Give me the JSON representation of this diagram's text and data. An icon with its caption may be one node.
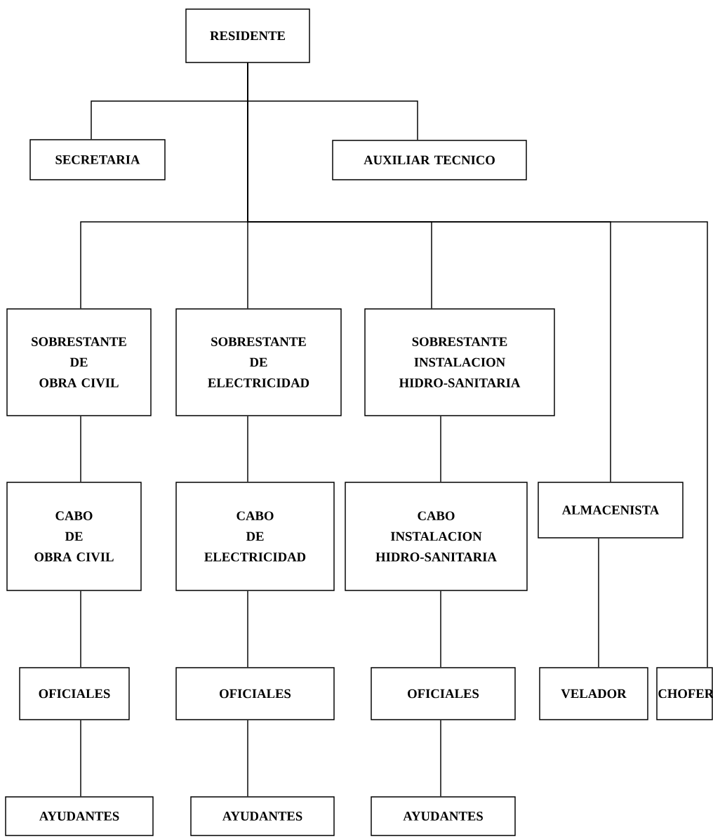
{
  "diagram": {
    "nodes": [
      {
        "text": [
          "RESIDENTE"
        ]
      },
      {
        "text": [
          "SECRETARIA"
        ]
      },
      {
        "text": [
          "AUXILIAR TECNICO"
        ]
      },
      {
        "text": [
          "SOBRESTANTE DE OBRA CIVIL"
        ]
      },
      {
        "text": [
          "SOBRESTANTE DE ELECTRICIDAD"
        ]
      },
      {
        "text": [
          "SOBRESTANTE INSTALACION HIDRO-SANITARIA"
        ]
      },
      {
        "text": [
          "CABO DE OBRA CIVIL"
        ]
      },
      {
        "text": [
          "CABO DE ELECTRICIDAD"
        ]
      },
      {
        "text": [
          "CABO INSTALACION HIDRO-SANITARIA"
        ]
      },
      {
        "text": [
          "ALMACENISTA"
        ]
      },
      {
        "text": [
          "OFICIALES"
        ]
      },
      {
        "text": [
          "OFICIALES"
        ]
      },
      {
        "text": [
          "OFICIALES"
        ]
      },
      {
        "text": [
          "VELADOR"
        ]
      },
      {
        "text": [
          "CHOFER"
        ]
      },
      {
        "text": [
          "AYUDANTES"
        ]
      },
      {
        "text": [
          "AYUDANTES"
        ]
      },
      {
        "text": [
          "AYUDANTES"
        ]
      }
    ],
    "edges": [
      {
        "from": 0,
        "to": 1,
        "arrow": "none"
      },
      {
        "from": 0,
        "to": 2,
        "arrow": "none"
      },
      {
        "from": 0,
        "to": 3,
        "arrow": "none"
      },
      {
        "from": 0,
        "to": 4,
        "arrow": "none"
      },
      {
        "from": 0,
        "to": 5,
        "arrow": "none"
      },
      {
        "from": 0,
        "to": 9,
        "arrow": "none"
      },
      {
        "from": 0,
        "to": 14,
        "arrow": "none"
      },
      {
        "from": 3,
        "to": 6,
        "arrow": "none"
      },
      {
        "from": 4,
        "to": 7,
        "arrow": "none"
      },
      {
        "from": 5,
        "to": 8,
        "arrow": "none"
      },
      {
        "from": 9,
        "to": 13,
        "arrow": "none"
      },
      {
        "from": 6,
        "to": 10,
        "arrow": "none"
      },
      {
        "from": 7,
        "to": 11,
        "arrow": "none"
      },
      {
        "from": 8,
        "to": 12,
        "arrow": "none"
      },
      {
        "from": 10,
        "to": 15,
        "arrow": "none"
      },
      {
        "from": 11,
        "to": 16,
        "arrow": "none"
      },
      {
        "from": 12,
        "to": 17,
        "arrow": "none"
      }
    ]
  }
}
